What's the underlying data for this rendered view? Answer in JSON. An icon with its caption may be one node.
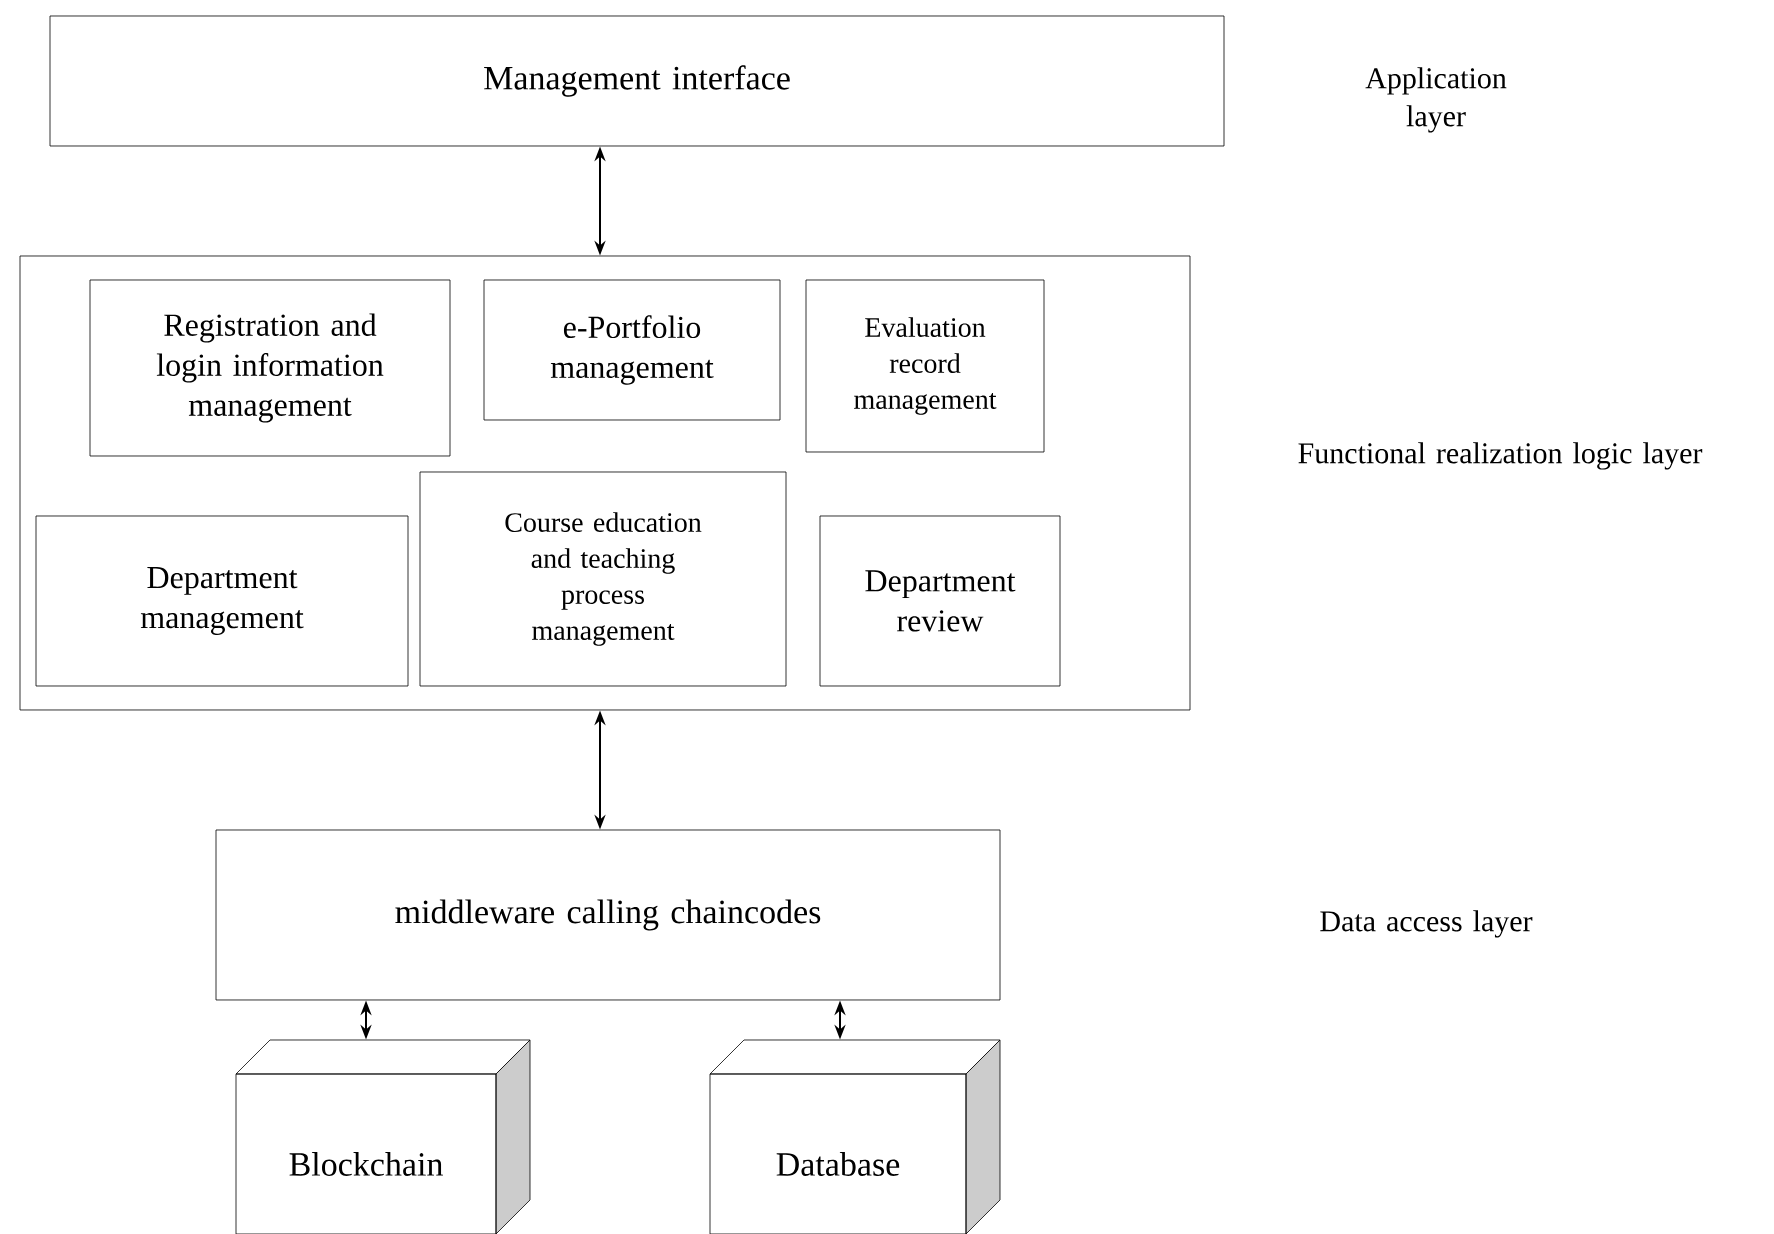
{
  "diagram": {
    "nodes": [
      {
        "text": [
          "Management interface"
        ]
      },
      {
        "text": [],
        "shape": "box"
      },
      {
        "text": [
          "Registration and login information management"
        ],
        "in": 1
      },
      {
        "text": [
          "e-Portfolio management"
        ],
        "in": 1
      },
      {
        "text": [
          "Evaluation record management"
        ],
        "in": 1
      },
      {
        "text": [
          "Department management"
        ],
        "in": 1
      },
      {
        "text": [
          "Course education and teaching process management"
        ],
        "in": 1
      },
      {
        "text": [
          "Department review"
        ],
        "in": 1
      },
      {
        "text": [
          "middleware calling chaincodes"
        ]
      },
      {
        "text": [
          "Blockchain"
        ]
      },
      {
        "text": [
          "Database"
        ]
      }
    ],
    "edges": [
      {
        "from": 0,
        "to": 1,
        "arrow": "both"
      },
      {
        "from": 1,
        "to": 8,
        "arrow": "both"
      },
      {
        "from": 8,
        "to": 9,
        "arrow": "both"
      },
      {
        "from": 8,
        "to": 10,
        "arrow": "both"
      }
    ],
    "labels": [
      "Application layer",
      "Functional realization logic layer",
      "Data access layer"
    ]
  }
}
